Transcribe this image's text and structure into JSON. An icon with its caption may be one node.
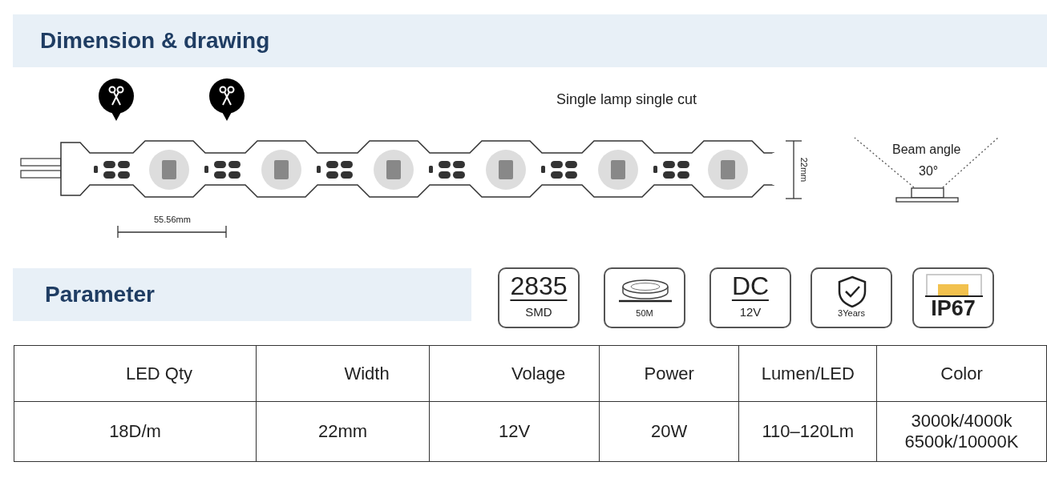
{
  "diagram": {
    "nodes": [
      {
        "text": [
          "Dimension & drawing"
        ]
      },
      {
        "text": [
          "Parameter"
        ]
      },
      {
        "text": [
          "2835",
          "SMD"
        ]
      },
      {
        "text": [
          "50M"
        ]
      },
      {
        "text": [
          "DC",
          "12V"
        ]
      },
      {
        "text": [
          "3Years"
        ]
      },
      {
        "text": [
          "IP67"
        ]
      }
    ],
    "edges": [],
    "labels": [
      "Single lamp single cut",
      "22mm",
      "55.56mm",
      "Beam angle",
      "30°",
      "LED Qty",
      "Width",
      "Volage",
      "Power",
      "Lumen/LED",
      "Color",
      "18D/m",
      "22mm",
      "12V",
      "20W",
      "110–120Lm",
      "3000k/4000k 6500k/10000K"
    ]
  }
}
